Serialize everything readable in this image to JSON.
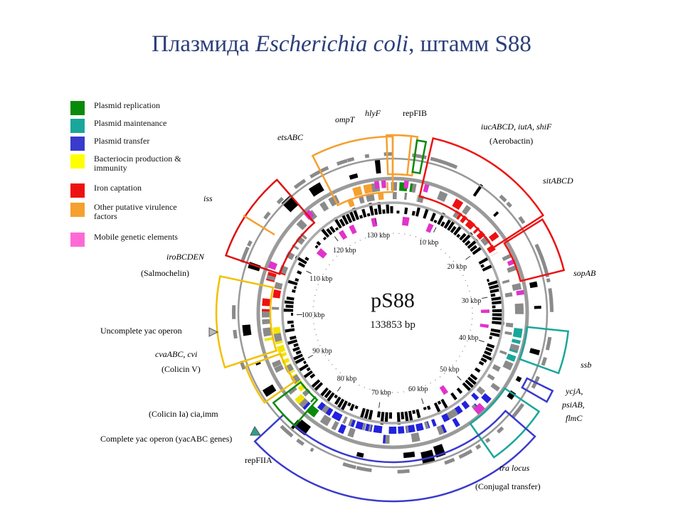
{
  "title": {
    "part1": "Плазмида ",
    "italic": "Escherichia coli",
    "part2": ", штамм S88"
  },
  "legend": [
    {
      "label": "Plasmid replication",
      "color": "#0a8a0a"
    },
    {
      "label": "Plasmid maintenance",
      "color": "#1aa69a"
    },
    {
      "label": "Plasmid transfer",
      "color": "#3a3acc"
    },
    {
      "label": "Bacteriocin production & immunity",
      "color": "#ffff00"
    },
    {
      "label": "Iron captation",
      "color": "#ee1111"
    },
    {
      "label": "Other putative virulence factors",
      "color": "#f5a030"
    },
    {
      "label": "Mobile genetic elements",
      "color": "#ff6ad5"
    }
  ],
  "plasmid": {
    "name": "pS88",
    "size": "133853 bp",
    "ticks": [
      "10 kbp",
      "20 kbp",
      "30 kbp",
      "40 kbp",
      "50 kbp",
      "60 kbp",
      "70 kbp",
      "80 kbp",
      "90 kbp",
      "100 kbp",
      "110 kbp",
      "120 kbp",
      "130 kbp"
    ]
  },
  "labels": {
    "ompT": "ompT",
    "hlyF": "hlyF",
    "repFIB": "repFIB",
    "iuc": "iucABCD, iutA, shiF",
    "aerobactin": "(Aerobactin)",
    "etsABC": "etsABC",
    "sitABCD": "sitABCD",
    "iss": "iss",
    "iroBCDEN": "iroBCDEN",
    "salmochelin": "(Salmochelin)",
    "sopAB": "sopAB",
    "uncomplete_yac": "Uncomplete yac operon",
    "cvaABC": "cvaABC, cvi",
    "colicinV": "(Colicin V)",
    "ssb": "ssb",
    "ycjA": "ycjA,",
    "psiAB": "psiAB,",
    "flmC": "flmC",
    "colicinIa": "(Colicin Ia) cia,imm",
    "complete_yac": "Complete yac operon (yacABC genes)",
    "repFIIA": "repFIIA",
    "tra": "tra locus",
    "conjugal": "(Conjugal transfer)"
  }
}
